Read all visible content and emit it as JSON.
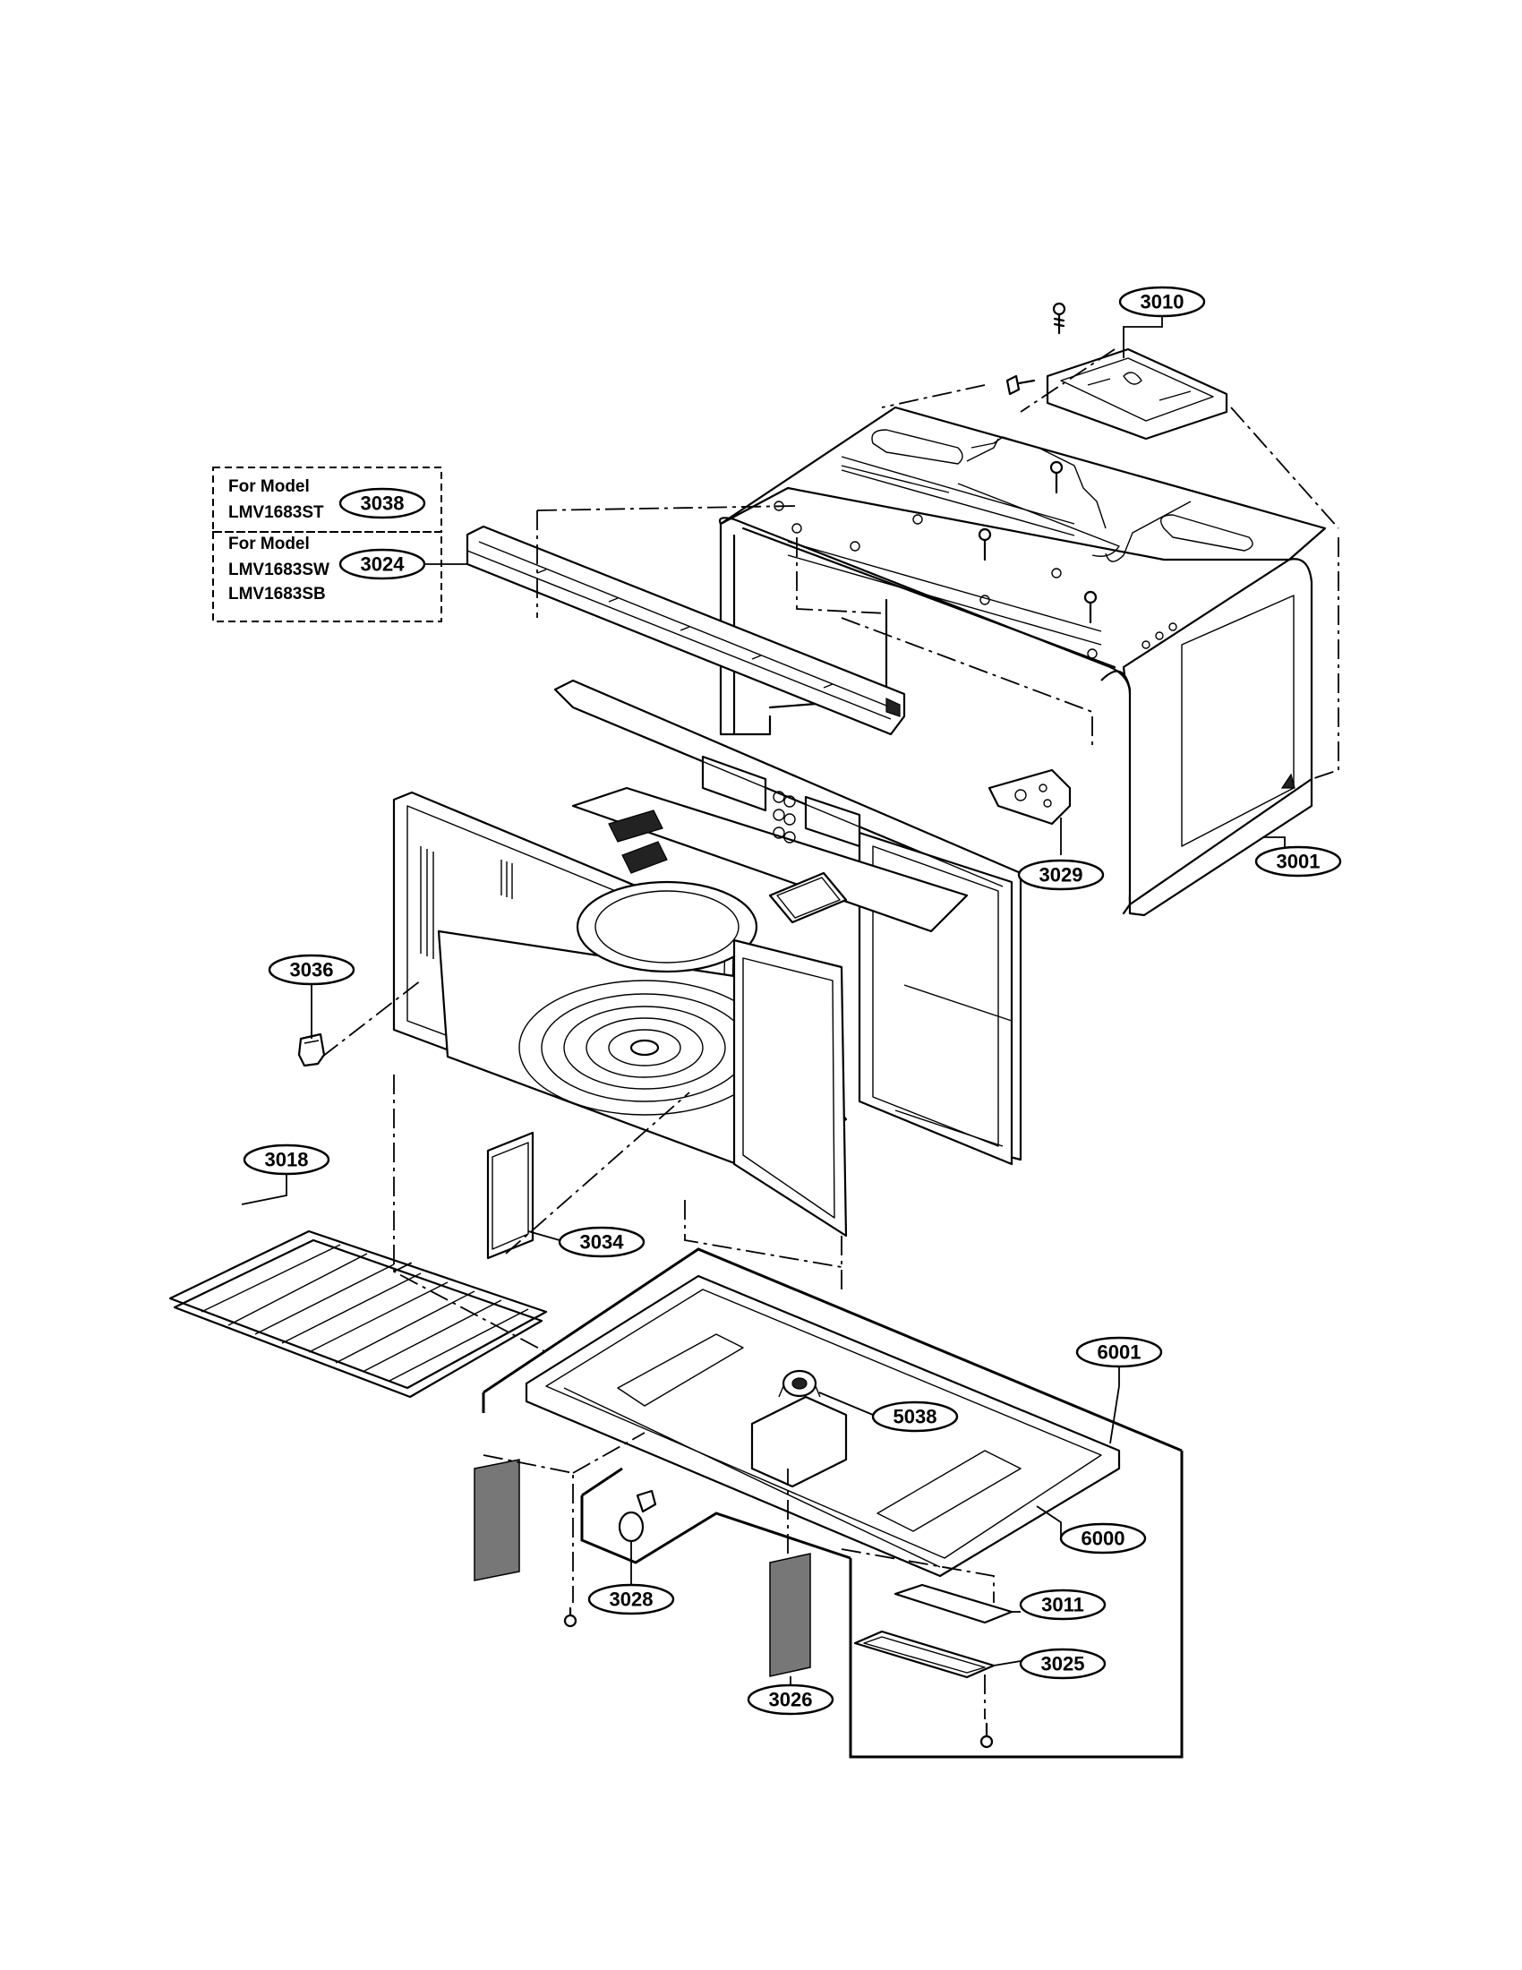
{
  "callouts": {
    "p3010": "3010",
    "p3038": "3038",
    "p3024": "3024",
    "p3029": "3029",
    "p3001": "3001",
    "p3036": "3036",
    "p3018": "3018",
    "p3034": "3034",
    "p6001": "6001",
    "p5038": "5038",
    "p6000": "6000",
    "p3028": "3028",
    "p3011": "3011",
    "p3025": "3025",
    "p3026": "3026"
  },
  "model_notes": {
    "box1": {
      "line1": "For Model",
      "line2": "LMV1683ST"
    },
    "box2": {
      "line1": "For Model",
      "line2": "LMV1683SW",
      "line3": "LMV1683SB"
    }
  }
}
